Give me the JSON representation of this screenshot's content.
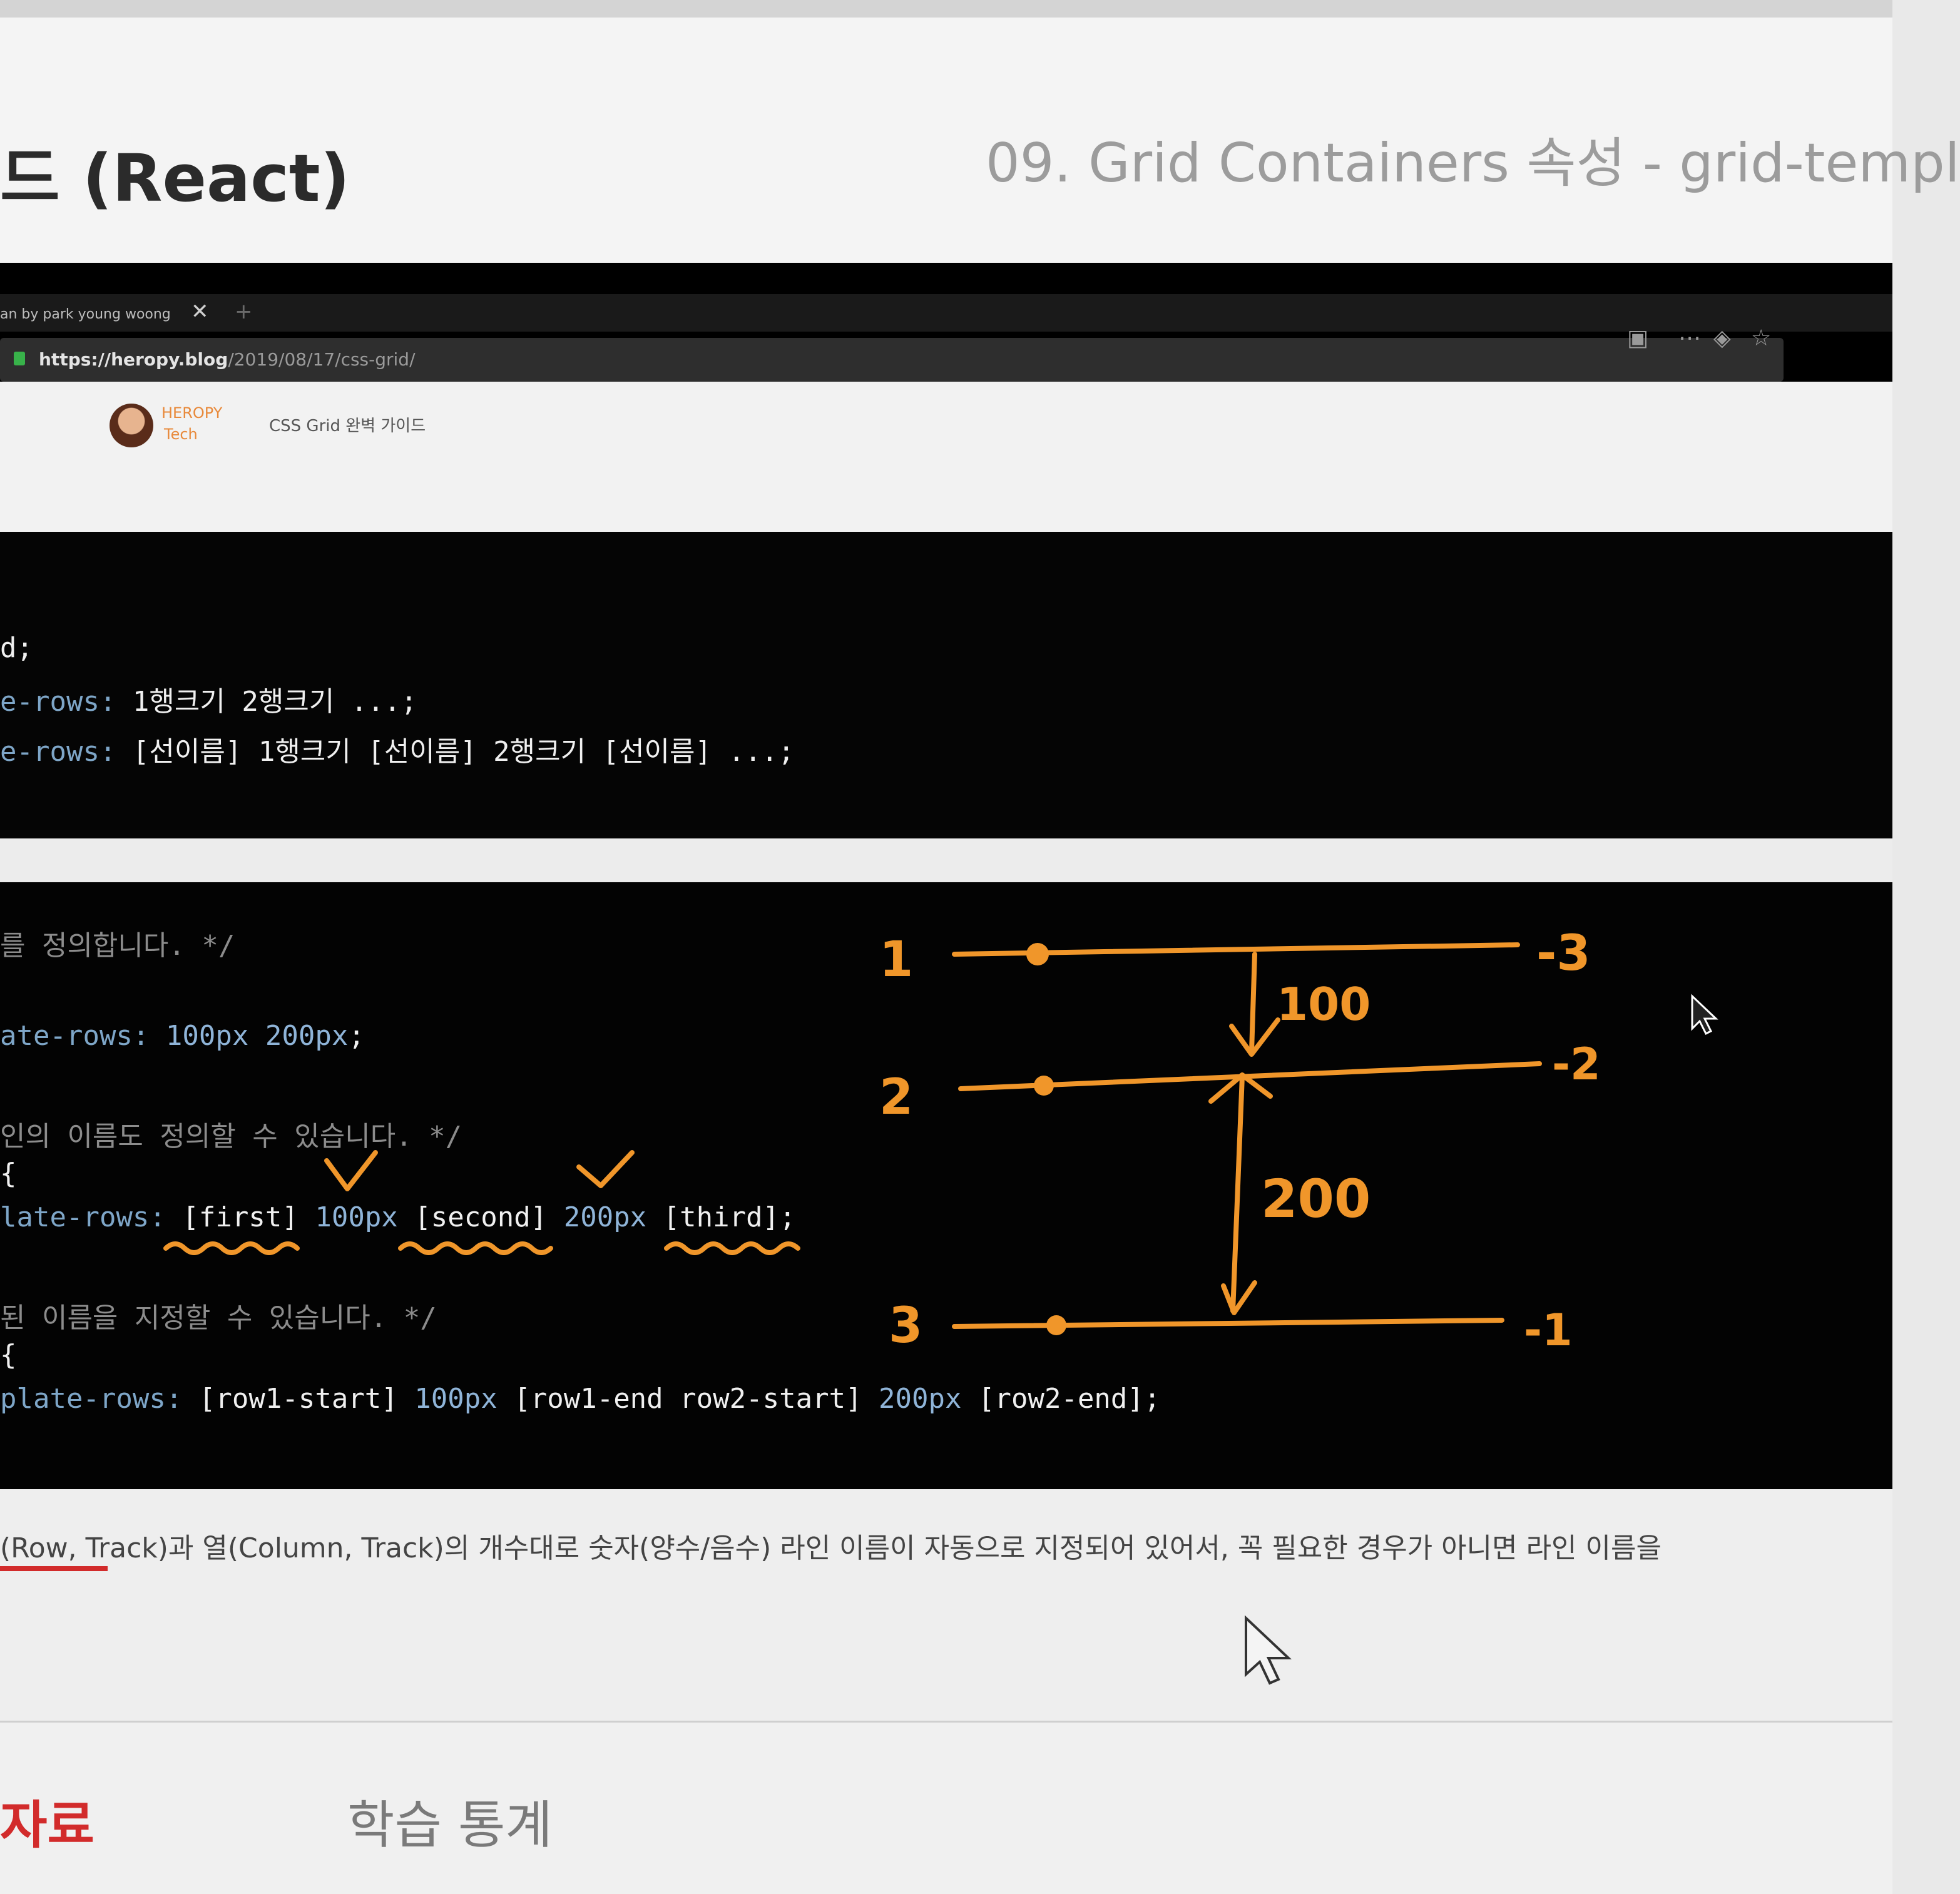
{
  "course_header": {
    "title": "드 (React)",
    "lesson_title": "09. Grid Containers 속성 - grid-templ"
  },
  "browser": {
    "tab_title": "an by park young woong",
    "tab_close": "✕",
    "tab_new": "+",
    "url_host": "https://heropy.blog",
    "url_path": "/2019/08/17/css-grid/",
    "toolbar_icons": [
      "reader-icon",
      "more-icon",
      "shield-icon",
      "star-icon"
    ]
  },
  "blog": {
    "brand_line1": "HEROPY",
    "brand_line2": "Tech",
    "post_title": "CSS Grid 완벽 가이드"
  },
  "code1": {
    "l1": "d;",
    "l2_prop": "e-rows:",
    "l2_val": " 1행크기 2행크기 ...;",
    "l3_prop": "e-rows:",
    "l3_val": " [선이름] 1행크기 [선이름] 2행크기 [선이름] ...;"
  },
  "code2": {
    "c1": "를 정의합니다. */",
    "l1_prop": "ate-rows:",
    "l1_v1": "100px",
    "l1_v2": "200px",
    "l1_end": ";",
    "c2": "인의 이름도 정의할 수 있습니다. */",
    "brace1": "{",
    "l2_prop": "late-rows:",
    "l2_a": "[first]",
    "l2_b": "100px",
    "l2_c": "[second]",
    "l2_d": "200px",
    "l2_e": "[third];",
    "c3": "된 이름을 지정할 수 있습니다. */",
    "brace2": "{",
    "l3_prop": "plate-rows:",
    "l3_a": "[row1-start]",
    "l3_b": "100px",
    "l3_c": "[row1-end row2-start]",
    "l3_d": "200px",
    "l3_e": "[row2-end];"
  },
  "annotation": {
    "line_labels_left": [
      "1",
      "2",
      "3"
    ],
    "line_labels_right": [
      "-3",
      "-2",
      "-1"
    ],
    "gap1": "100",
    "gap2": "200",
    "color": "#f0962a"
  },
  "description": {
    "text": "(Row, Track)과 열(Column, Track)의 개수대로 숫자(양수/음수) 라인 이름이 자동으로 지정되어 있어서, 꼭 필요한 경우가 아니면 라인 이름을"
  },
  "tabs": {
    "material": "자료",
    "stats": "학습 통계"
  }
}
